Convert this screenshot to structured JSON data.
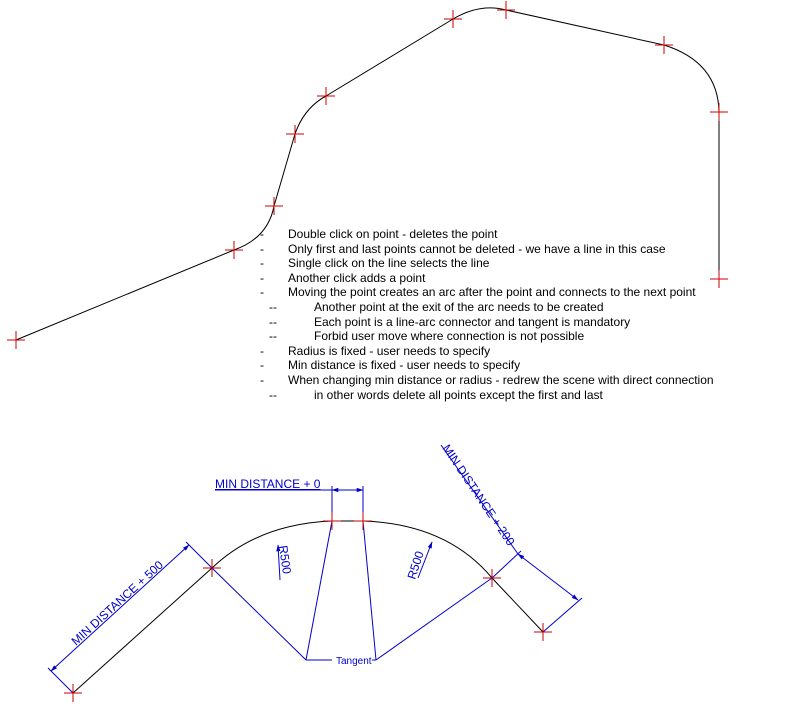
{
  "notes": [
    {
      "level": 1,
      "marker": "-",
      "text": "Double click on point - deletes the point"
    },
    {
      "level": 1,
      "marker": "-",
      "text": "Only first and last points cannot be deleted - we have a line in this case"
    },
    {
      "level": 1,
      "marker": "-",
      "text": "Single click on the line selects the line"
    },
    {
      "level": 1,
      "marker": "-",
      "text": "Another click adds a point"
    },
    {
      "level": 1,
      "marker": "-",
      "text": "Moving the point creates an arc after the point and connects to the next point"
    },
    {
      "level": 2,
      "marker": "--",
      "text": "Another point at the exit of the arc needs to be created"
    },
    {
      "level": 2,
      "marker": "--",
      "text": "Each point is a line-arc connector and tangent is mandatory"
    },
    {
      "level": 2,
      "marker": "--",
      "text": "Forbid user move where connection is not possible"
    },
    {
      "level": 1,
      "marker": "-",
      "text": "Radius is fixed - user needs to specify"
    },
    {
      "level": 1,
      "marker": "-",
      "text": "Min distance is fixed - user needs to specify"
    },
    {
      "level": 1,
      "marker": "-",
      "text": "When changing min distance or radius - redrew the scene with direct connection"
    },
    {
      "level": 2,
      "marker": "--",
      "text": "in other words delete all points except the first and last"
    }
  ],
  "annotations": {
    "min_distance_0": "MIN DISTANCE + 0",
    "min_distance_500": "MIN DISTANCE + 500",
    "min_distance_200": "MIN DISTANCE + 200",
    "radius_left": "R500",
    "radius_right": "R500",
    "tangent": "Tangent"
  },
  "colors": {
    "line": "#000000",
    "point_marker": "#cc0000",
    "dimension": "#0000cc"
  }
}
